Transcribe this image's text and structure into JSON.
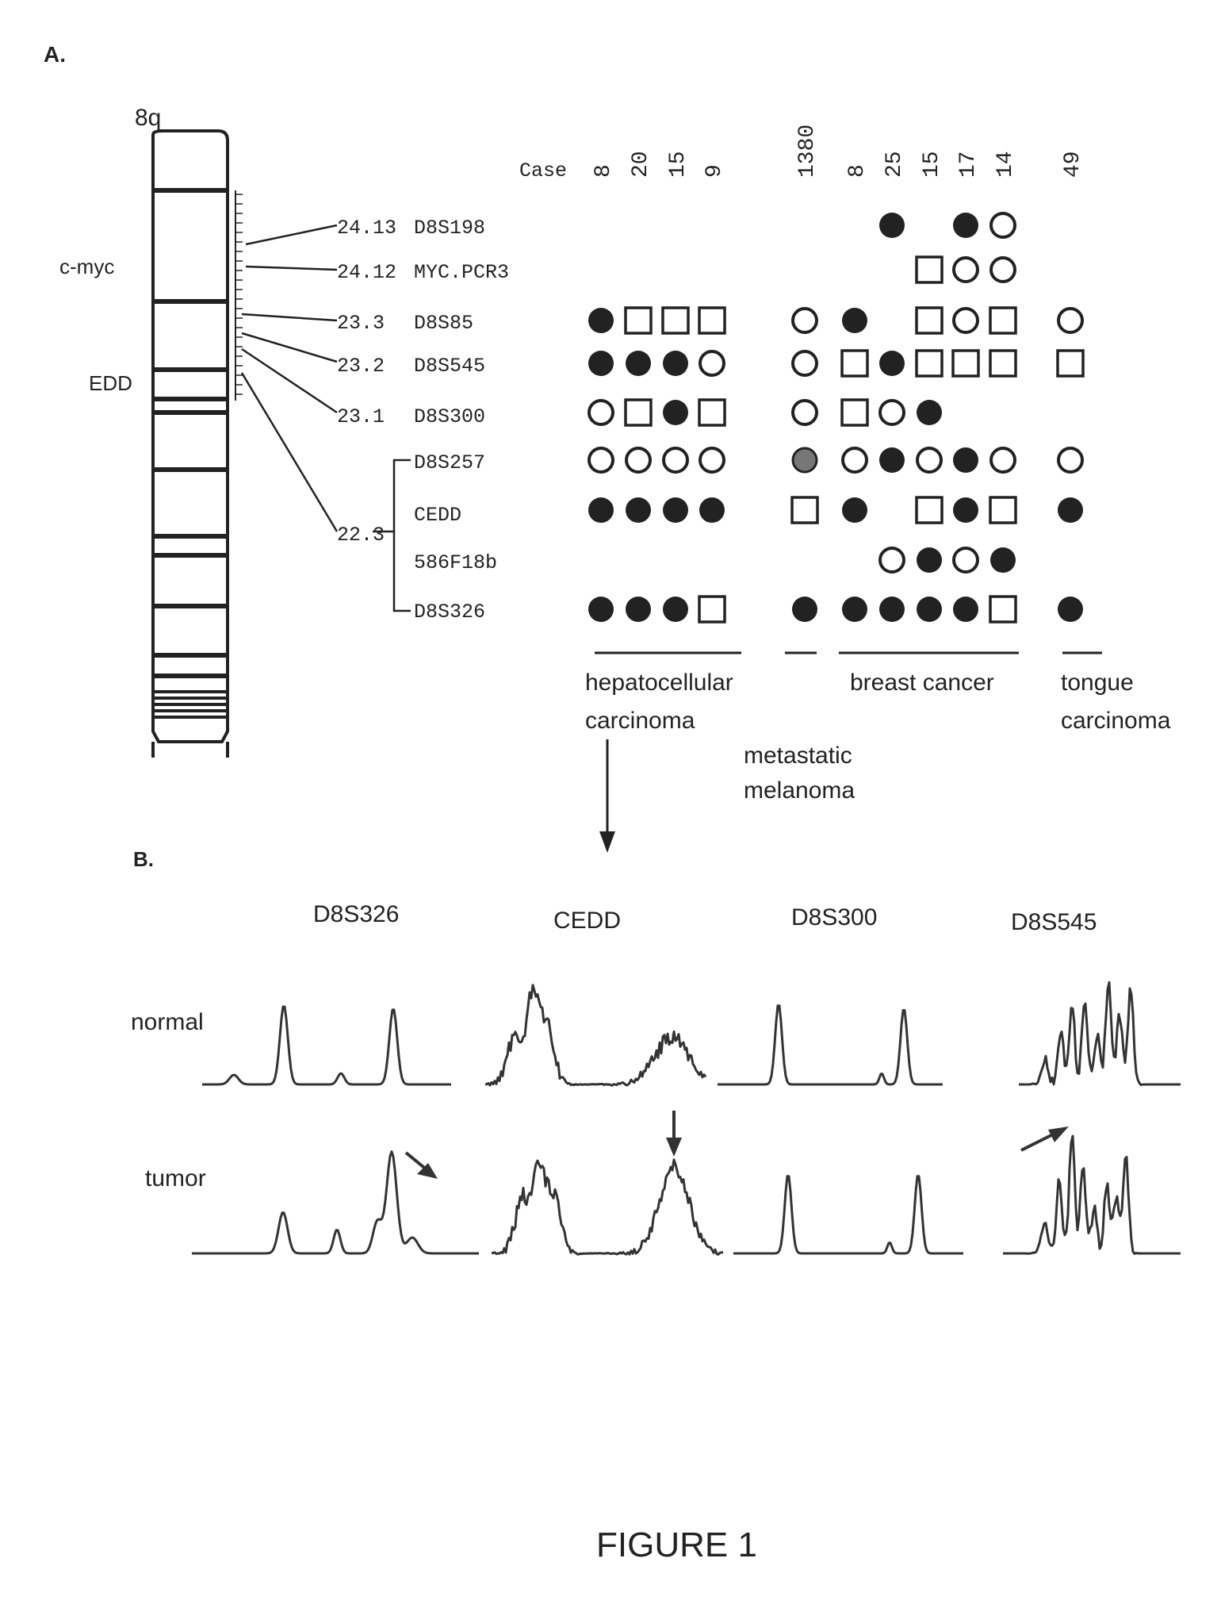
{
  "panel_a": {
    "label": "A.",
    "chromosome": "8q",
    "gene_labels": [
      "c-myc",
      "EDD"
    ],
    "case_label": "Case",
    "cases": [
      "8",
      "20",
      "15",
      "9",
      "1380",
      "8",
      "25",
      "15",
      "17",
      "14",
      "49"
    ],
    "bands": [
      "24.13",
      "24.12",
      "23.3",
      "23.2",
      "23.1",
      "22.3"
    ],
    "markers": [
      {
        "name": "D8S198",
        "band": "24.13"
      },
      {
        "name": "MYC.PCR3",
        "band": "24.12"
      },
      {
        "name": "D8S85",
        "band": "23.3"
      },
      {
        "name": "D8S545",
        "band": "23.2"
      },
      {
        "name": "D8S300",
        "band": "23.1"
      },
      {
        "name": "D8S257",
        "band": "22.3"
      },
      {
        "name": "CEDD",
        "band": "22.3"
      },
      {
        "name": "586F18b",
        "band": "22.3"
      },
      {
        "name": "D8S326",
        "band": "22.3"
      }
    ],
    "symbol_legend": {
      "F": "filled-circle",
      "O": "open-circle",
      "S": "open-square",
      "G": "grey-circle",
      "-": "none"
    },
    "matrix": [
      "-------F-FO-",
      "--------SOO-",
      "FSSS-OF-SOSO",
      "FFFO-OSFSSSS",
      "OSFS-OSOF---",
      "OOOO-GOFOFOO",
      "FFFF-SF-SFSF",
      "-------OFOF-",
      "FFFS-FFFFFSF"
    ],
    "groups": [
      {
        "label": "hepatocellular carcinoma",
        "lines": [
          "hepatocellular",
          "carcinoma"
        ]
      },
      {
        "label": "metastatic melanoma",
        "lines": [
          "metastatic",
          "melanoma"
        ]
      },
      {
        "label": "breast cancer",
        "lines": [
          "breast cancer"
        ]
      },
      {
        "label": "tongue carcinoma",
        "lines": [
          "tongue",
          "carcinoma"
        ]
      }
    ]
  },
  "panel_b": {
    "label": "B.",
    "row_labels": [
      "normal",
      "tumor"
    ],
    "markers": [
      "D8S326",
      "CEDD",
      "D8S300",
      "D8S545"
    ]
  },
  "figure_title": "FIGURE 1",
  "colors": {
    "ink": "#222222",
    "grey_dot": "#777777"
  }
}
